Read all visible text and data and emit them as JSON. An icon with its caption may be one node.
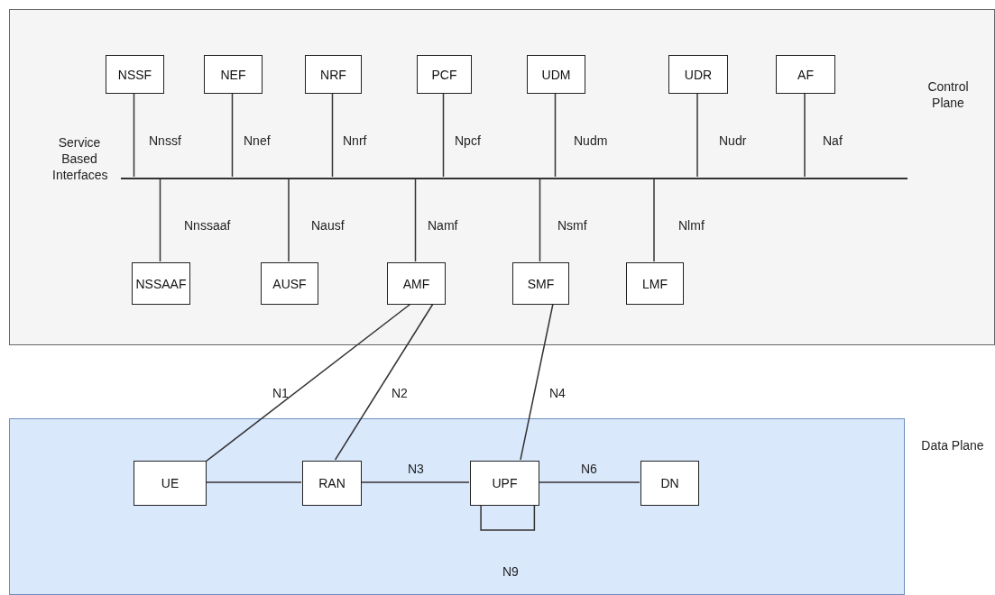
{
  "diagram": {
    "nodes": [
      {
        "text": [
          "Control Plane"
        ]
      },
      {
        "text": [
          "NSSF"
        ],
        "in": 0
      },
      {
        "text": [
          "NEF"
        ],
        "in": 0
      },
      {
        "text": [
          "NRF"
        ],
        "in": 0
      },
      {
        "text": [
          "PCF"
        ],
        "in": 0
      },
      {
        "text": [
          "UDM"
        ],
        "in": 0
      },
      {
        "text": [
          "UDR"
        ],
        "in": 0
      },
      {
        "text": [
          "AF"
        ],
        "in": 0
      },
      {
        "text": [],
        "shape": "bar",
        "in": 0,
        "beside": [
          "Service Based Interfaces"
        ]
      },
      {
        "text": [
          "NSSAAF"
        ],
        "in": 0
      },
      {
        "text": [
          "AUSF"
        ],
        "in": 0
      },
      {
        "text": [
          "AMF"
        ],
        "in": 0
      },
      {
        "text": [
          "SMF"
        ],
        "in": 0
      },
      {
        "text": [
          "LMF"
        ],
        "in": 0
      },
      {
        "text": [
          "Data Plane"
        ]
      },
      {
        "text": [
          "UE"
        ],
        "in": 14
      },
      {
        "text": [
          "RAN"
        ],
        "in": 14
      },
      {
        "text": [
          "UPF"
        ],
        "in": 14
      },
      {
        "text": [
          "DN"
        ],
        "in": 14
      }
    ],
    "edges": [
      {
        "from": 1,
        "to": 8,
        "arrow": "none",
        "label": "Nnssf"
      },
      {
        "from": 2,
        "to": 8,
        "arrow": "none",
        "label": "Nnef"
      },
      {
        "from": 3,
        "to": 8,
        "arrow": "none",
        "label": "Nnrf"
      },
      {
        "from": 4,
        "to": 8,
        "arrow": "none",
        "label": "Npcf"
      },
      {
        "from": 5,
        "to": 8,
        "arrow": "none",
        "label": "Nudm"
      },
      {
        "from": 6,
        "to": 8,
        "arrow": "none",
        "label": "Nudr"
      },
      {
        "from": 7,
        "to": 8,
        "arrow": "none",
        "label": "Naf"
      },
      {
        "from": 9,
        "to": 8,
        "arrow": "none",
        "label": "Nnssaaf"
      },
      {
        "from": 10,
        "to": 8,
        "arrow": "none",
        "label": "Nausf"
      },
      {
        "from": 11,
        "to": 8,
        "arrow": "none",
        "label": "Namf"
      },
      {
        "from": 12,
        "to": 8,
        "arrow": "none",
        "label": "Nsmf"
      },
      {
        "from": 13,
        "to": 8,
        "arrow": "none",
        "label": "Nlmf"
      },
      {
        "from": 11,
        "to": 15,
        "arrow": "none",
        "label": "N1"
      },
      {
        "from": 11,
        "to": 16,
        "arrow": "none",
        "label": "N2"
      },
      {
        "from": 12,
        "to": 17,
        "arrow": "none",
        "label": "N4"
      },
      {
        "from": 15,
        "to": 16,
        "arrow": "none"
      },
      {
        "from": 16,
        "to": 17,
        "arrow": "none",
        "label": "N3"
      },
      {
        "from": 17,
        "to": 18,
        "arrow": "none",
        "label": "N6"
      },
      {
        "from": 17,
        "to": 17,
        "arrow": "none",
        "label": "N9"
      }
    ]
  }
}
